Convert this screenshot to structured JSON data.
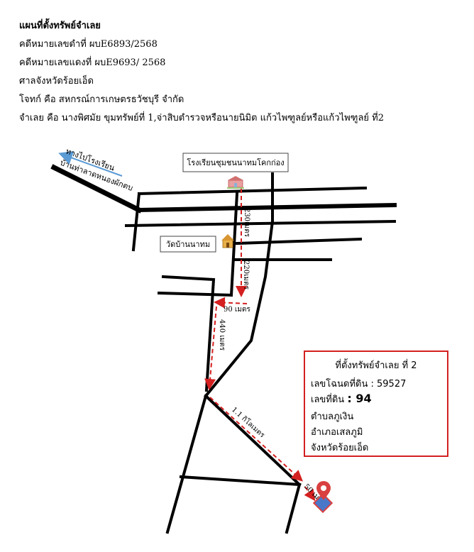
{
  "header": {
    "title": "แผนที่ตั้งทรัพย์จำเลย",
    "case_black": "คดีหมายเลขดำที่ ผบE6893/2568",
    "case_red": "คดีหมายเลขแดงที่ ผบE9693/ 2568",
    "court": "ศาลจังหวัดร้อยเอ็ด",
    "plaintiff": "โจทก์ คือ สหกรณ์การเกษตรธวัชบุรี จำกัด",
    "defendant": "จำเลย คือ นางพิศมัย ขุมทรัพย์ที่ 1,จ่าสิบตำรวจหรือนายนิมิต แก้วไพฑูลย์หรือแก้วไพฑูลย์ ที่2"
  },
  "map": {
    "direction_label_1": "ทางไปโรงเรียน",
    "direction_label_2": "บ้านท่าลาดหนองผักตบ",
    "school_label": "โรงเรียนชุมชนนาทมโคกก่อง",
    "temple_label": "วัดบ้านนาทม",
    "distances": {
      "d1": "230เมตร",
      "d2": "220เมตร",
      "d3": "90 เมตร",
      "d4": "440 เมตร",
      "d5": "1.1 กิโลเมตร",
      "d6": "50 เมตร"
    },
    "icons": [
      "school-icon",
      "temple-icon",
      "location-pin-icon"
    ],
    "colors": {
      "road": "#000000",
      "route": "#d42020",
      "pin": "#d94040",
      "plot": "#4a78c8",
      "arrow": "#5b9bd5"
    }
  },
  "info": {
    "title": "ที่ตั้งทรัพย์จำเลย  ที่ 2",
    "deed_label": "เลขโฉนดที่ดิน :",
    "deed_value": "59527",
    "land_label": "เลขที่ดิน",
    "land_value": ": 94",
    "subdistrict": "ตำบลภูเงิน",
    "district": "อำเภอเสลภูมิ",
    "province": "จังหวัดร้อยเอ็ด"
  }
}
